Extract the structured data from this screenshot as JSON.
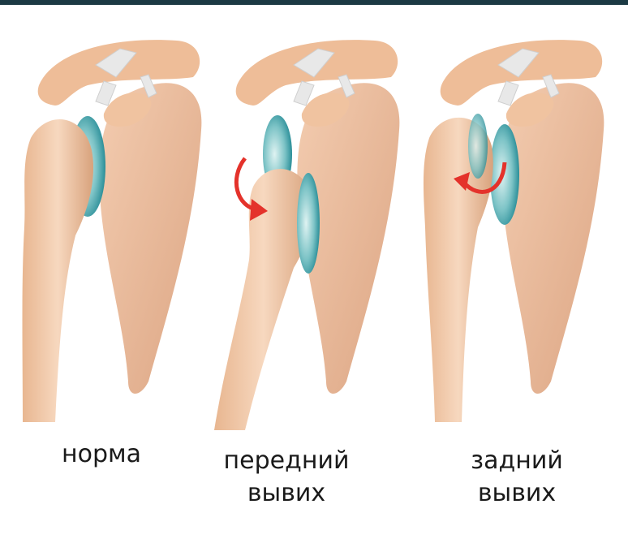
{
  "colors": {
    "bone_light": "#f6d3b6",
    "bone_mid": "#eab892",
    "bone_dark": "#d29a74",
    "cartilage": "#2f9aa3",
    "cartilage_light": "#bfe6e6",
    "ligament": "#e6e6e6",
    "arrow": "#e4322b",
    "background": "#ffffff",
    "top_bar": "#1c3a44"
  },
  "panels": [
    {
      "id": "normal",
      "caption_lines": [
        "норма"
      ],
      "state": "normal",
      "arrow": "none"
    },
    {
      "id": "anterior",
      "caption_lines": [
        "передний",
        "вывих"
      ],
      "state": "anterior-dislocation",
      "arrow": "curved-right"
    },
    {
      "id": "posterior",
      "caption_lines": [
        "задний",
        "вывих"
      ],
      "state": "posterior-dislocation",
      "arrow": "curved-left"
    }
  ]
}
